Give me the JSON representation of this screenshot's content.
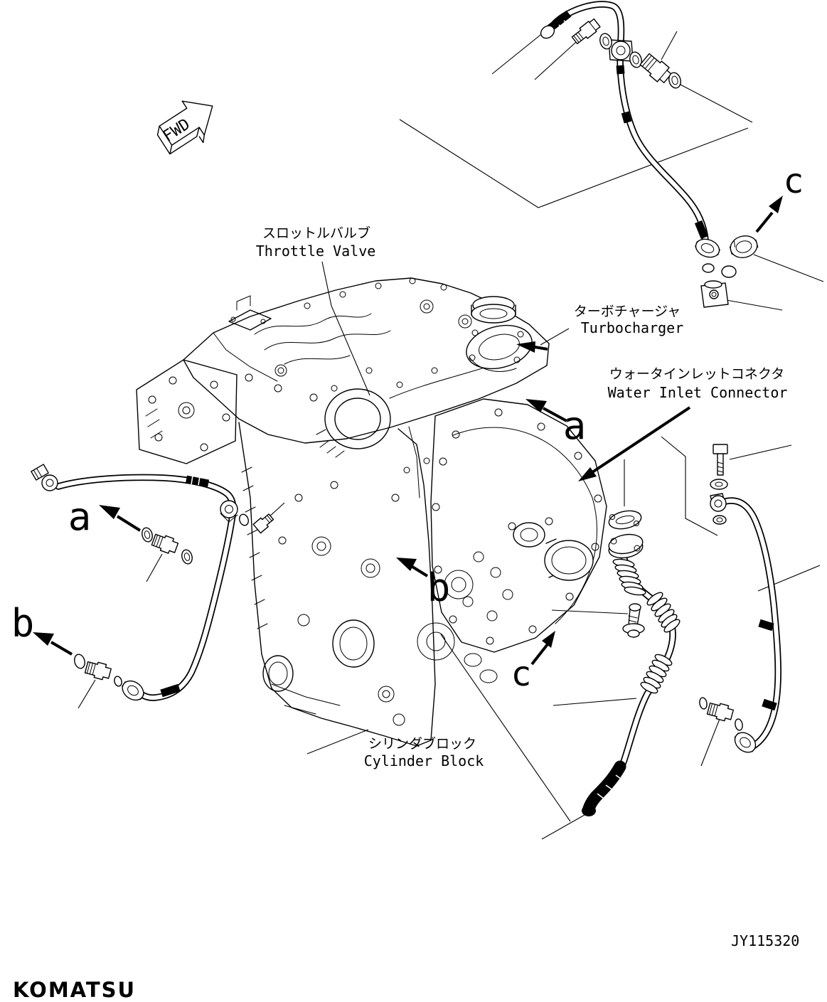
{
  "fwd": {
    "label": "FWD"
  },
  "callouts": {
    "throttle_valve": {
      "jp": "スロットルバルブ",
      "en": "Throttle Valve"
    },
    "turbocharger": {
      "jp": "ターボチャージャ",
      "en": "Turbocharger"
    },
    "water_inlet": {
      "jp": "ウォータインレットコネクタ",
      "en": "Water Inlet Connector"
    },
    "cylinder_block": {
      "jp": "シリンダブロック",
      "en": "Cylinder Block"
    }
  },
  "markers": {
    "c_top": "c",
    "a_engine": "a",
    "a_hose": "a",
    "b_hose": "b",
    "b_engine": "b",
    "c_engine": "c"
  },
  "footer": {
    "drawing_number": "JY115320",
    "brand": "KOMATSU"
  },
  "colors": {
    "ink": "#000000",
    "paper": "#ffffff"
  }
}
